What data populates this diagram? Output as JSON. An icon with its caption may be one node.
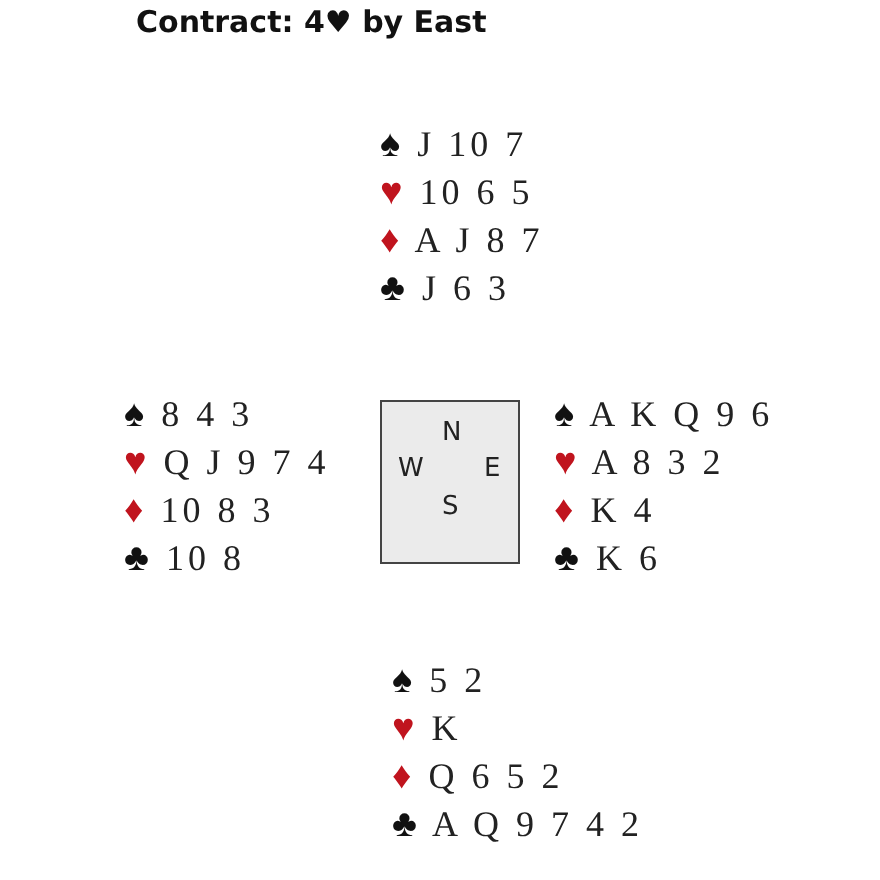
{
  "diagram": {
    "title": "Contract: 4♥ by East",
    "nodes": [
      {
        "text": [
          "N",
          "W",
          "E",
          "S"
        ]
      }
    ],
    "labels": [
      "♠ J 10 7",
      "♥ 10 6 5",
      "♦ A J 8 7",
      "♣ J 6 3",
      "♠ 8 4 3",
      "♥ Q J 9 7 4",
      "♦ 10 8 3",
      "♣ 10 8",
      "♠ A K Q 9 6",
      "♥ A 8 3 2",
      "♦ K 4",
      "♣ K 6",
      "♠ 5 2",
      "♥ K",
      "♦ Q 6 5 2",
      "♣ A Q 9 7 4 2"
    ]
  }
}
